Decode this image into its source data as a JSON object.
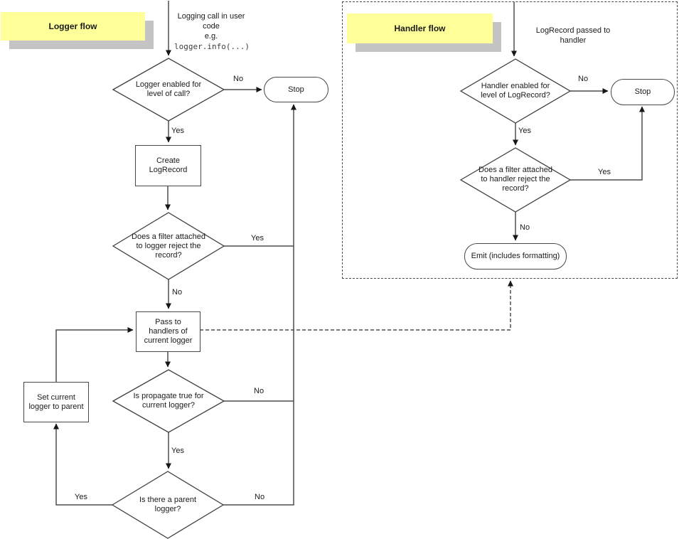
{
  "colors": {
    "note_background": "#ffff99",
    "note_shadow": "#c4c4c4",
    "line": "#4d4d4d",
    "shape_border": "#474747",
    "shape_fill": "#ffffff"
  },
  "logger_flow": {
    "title": "Logger flow",
    "entry_text": "Logging call in user\ncode\ne.g.",
    "entry_code": "logger.info(...)",
    "nodes": {
      "enabled_check": "Logger enabled for\nlevel of call?",
      "stop": "Stop",
      "create_logrecord": "Create\nLogRecord",
      "filter_check": "Does a filter attached\nto logger reject the\nrecord?",
      "pass_to_handlers": "Pass to\nhandlers of\ncurrent logger",
      "propagate_check": "Is propagate true for\ncurrent logger?",
      "set_current_logger": "Set current\nlogger to parent",
      "parent_check": "Is there a parent\nlogger?"
    },
    "edges": {
      "enabled_no": "No",
      "enabled_yes": "Yes",
      "filter_yes": "Yes",
      "filter_no": "No",
      "propagate_no": "No",
      "propagate_yes": "Yes",
      "parent_yes": "Yes",
      "parent_no": "No"
    }
  },
  "handler_flow": {
    "title": "Handler flow",
    "entry_text": "LogRecord passed to\nhandler",
    "nodes": {
      "enabled_check": "Handler enabled for\nlevel of LogRecord?",
      "stop": "Stop",
      "filter_check": "Does a filter attached\nto handler reject the\nrecord?",
      "emit": "Emit (includes formatting)"
    },
    "edges": {
      "enabled_no": "No",
      "enabled_yes": "Yes",
      "filter_yes": "Yes",
      "filter_no": "No"
    }
  }
}
